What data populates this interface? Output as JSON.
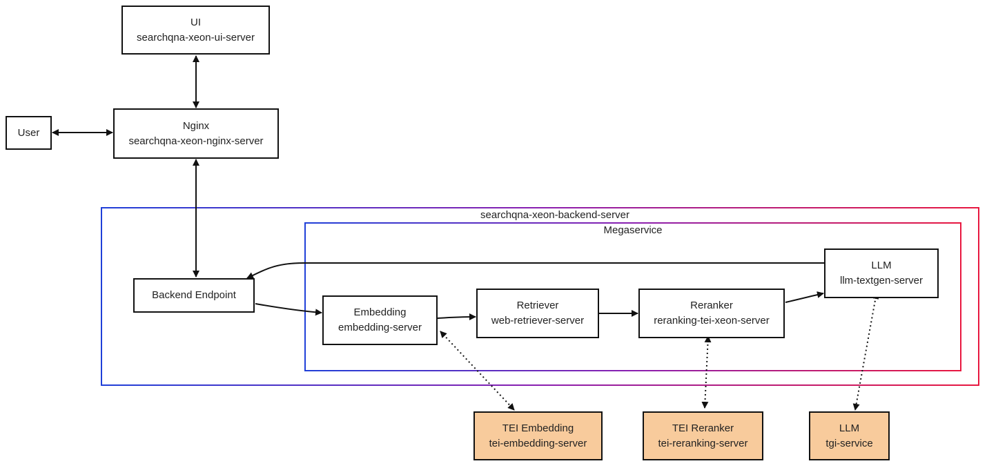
{
  "regions": {
    "backend": {
      "label": "searchqna-xeon-backend-server"
    },
    "megaservice": {
      "label": "Megaservice"
    }
  },
  "nodes": {
    "ui": {
      "title": "UI",
      "subtitle": "searchqna-xeon-ui-server"
    },
    "user": {
      "title": "User"
    },
    "nginx": {
      "title": "Nginx",
      "subtitle": "searchqna-xeon-nginx-server"
    },
    "backend_endpoint": {
      "title": "Backend Endpoint"
    },
    "embedding": {
      "title": "Embedding",
      "subtitle": "embedding-server"
    },
    "retriever": {
      "title": "Retriever",
      "subtitle": "web-retriever-server"
    },
    "reranker": {
      "title": "Reranker",
      "subtitle": "reranking-tei-xeon-server"
    },
    "llm": {
      "title": "LLM",
      "subtitle": "llm-textgen-server"
    },
    "tei_embedding": {
      "title": "TEI Embedding",
      "subtitle": "tei-embedding-server"
    },
    "tei_reranker": {
      "title": "TEI Reranker",
      "subtitle": "tei-reranking-server"
    },
    "tgi": {
      "title": "LLM",
      "subtitle": "tgi-service"
    }
  },
  "colors": {
    "region_start": "#1f3fd8",
    "region_mid": "#8a1fb0",
    "region_end": "#e8173f",
    "external_fill": "#f8cb9c",
    "edge": "#111111"
  }
}
